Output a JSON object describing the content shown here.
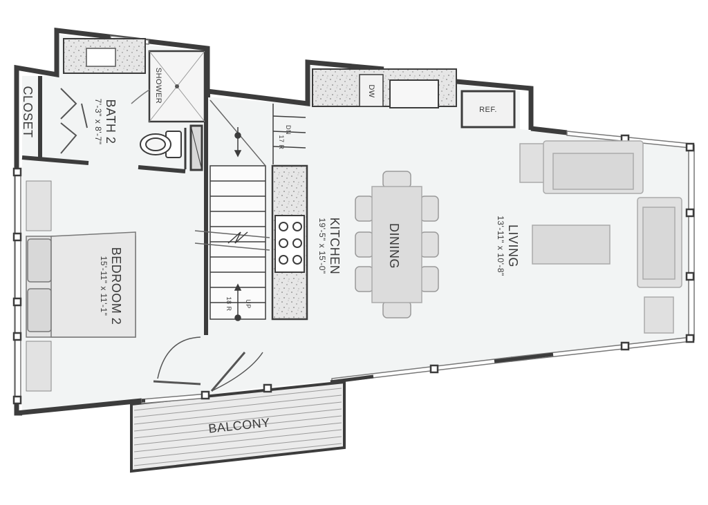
{
  "rooms": {
    "closet": {
      "name": "CLOSET"
    },
    "bath": {
      "name": "BATH 2",
      "size": "7'-3\" x 8'-7\""
    },
    "shower": {
      "name": "SHOWER"
    },
    "bedroom": {
      "name": "BEDROOM 2",
      "size": "15'-11\" x 11'-1\""
    },
    "kitchen": {
      "name": "KITCHEN",
      "size": "19'-5\" x 15'-0\""
    },
    "dining": {
      "name": "DINING"
    },
    "living": {
      "name": "LIVING",
      "size": "13'-11\" x 10'-8\""
    },
    "balcony": {
      "name": "BALCONY"
    }
  },
  "fixtures": {
    "dishwasher": "DW",
    "refrigerator": "REF."
  },
  "stairs": {
    "down": "DN",
    "down_risers": "17 R",
    "up": "UP",
    "up_risers": "18 R"
  },
  "colors": {
    "wall": "#3c3c3c",
    "floor": "#f2f4f4",
    "furniture": "#dcdcdc",
    "counter": "#e3e3e3"
  }
}
